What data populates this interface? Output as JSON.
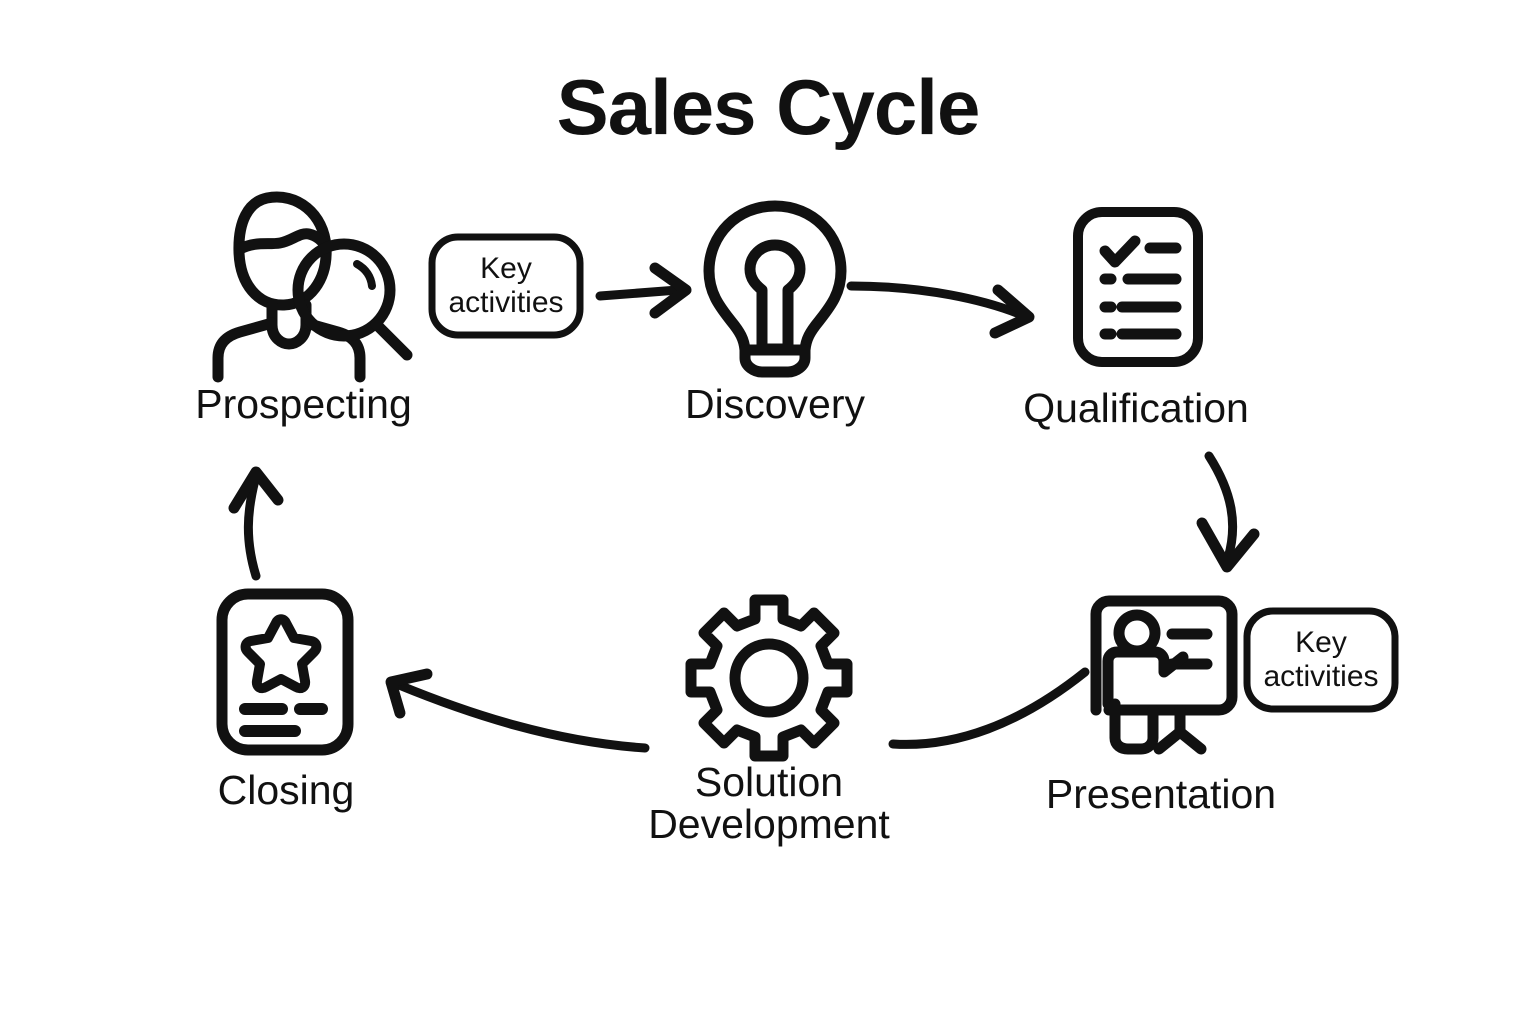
{
  "page": {
    "title": "Sales Cycle",
    "background_color": "#ffffff",
    "ink_color": "#111111"
  },
  "diagram": {
    "type": "cycle",
    "stage_count": 6,
    "stages": [
      {
        "id": "prospecting",
        "label": "Prospecting",
        "icon": "person-with-magnifier-icon",
        "order": 1,
        "row": "top",
        "column": 1
      },
      {
        "id": "discovery",
        "label": "Discovery",
        "icon": "lightbulb-icon",
        "order": 2,
        "row": "top",
        "column": 2
      },
      {
        "id": "qualification",
        "label": "Qualification",
        "icon": "checklist-document-icon",
        "order": 3,
        "row": "top",
        "column": 3
      },
      {
        "id": "presentation",
        "label": "Presentation",
        "icon": "presentation-board-icon",
        "order": 4,
        "row": "bottom",
        "column": 3
      },
      {
        "id": "solution-development",
        "label": "Solution\nDevelopment",
        "icon": "gear-icon",
        "order": 5,
        "row": "bottom",
        "column": 2
      },
      {
        "id": "closing",
        "label": "Closing",
        "icon": "award-certificate-icon",
        "order": 6,
        "row": "bottom",
        "column": 1
      }
    ],
    "callouts": [
      {
        "id": "callout-prospecting",
        "text": "Key\nactivities",
        "attached_to": "prospecting"
      },
      {
        "id": "callout-presentation",
        "text": "Key\nactivities",
        "attached_to": "presentation"
      }
    ],
    "connectors": [
      {
        "id": "prospecting-to-discovery",
        "from": "prospecting",
        "to": "discovery",
        "style": "straight-arrow"
      },
      {
        "id": "discovery-to-qualification",
        "from": "discovery",
        "to": "qualification",
        "style": "curved-arrow"
      },
      {
        "id": "qualification-to-presentation",
        "from": "qualification",
        "to": "presentation",
        "style": "curved-arrow-down"
      },
      {
        "id": "presentation-to-solution",
        "from": "presentation",
        "to": "solution-development",
        "style": "curved-line"
      },
      {
        "id": "solution-to-closing",
        "from": "solution-development",
        "to": "closing",
        "style": "curved-arrow-left"
      },
      {
        "id": "closing-to-prospecting",
        "from": "closing",
        "to": "prospecting",
        "style": "curved-arrow-up"
      }
    ]
  }
}
